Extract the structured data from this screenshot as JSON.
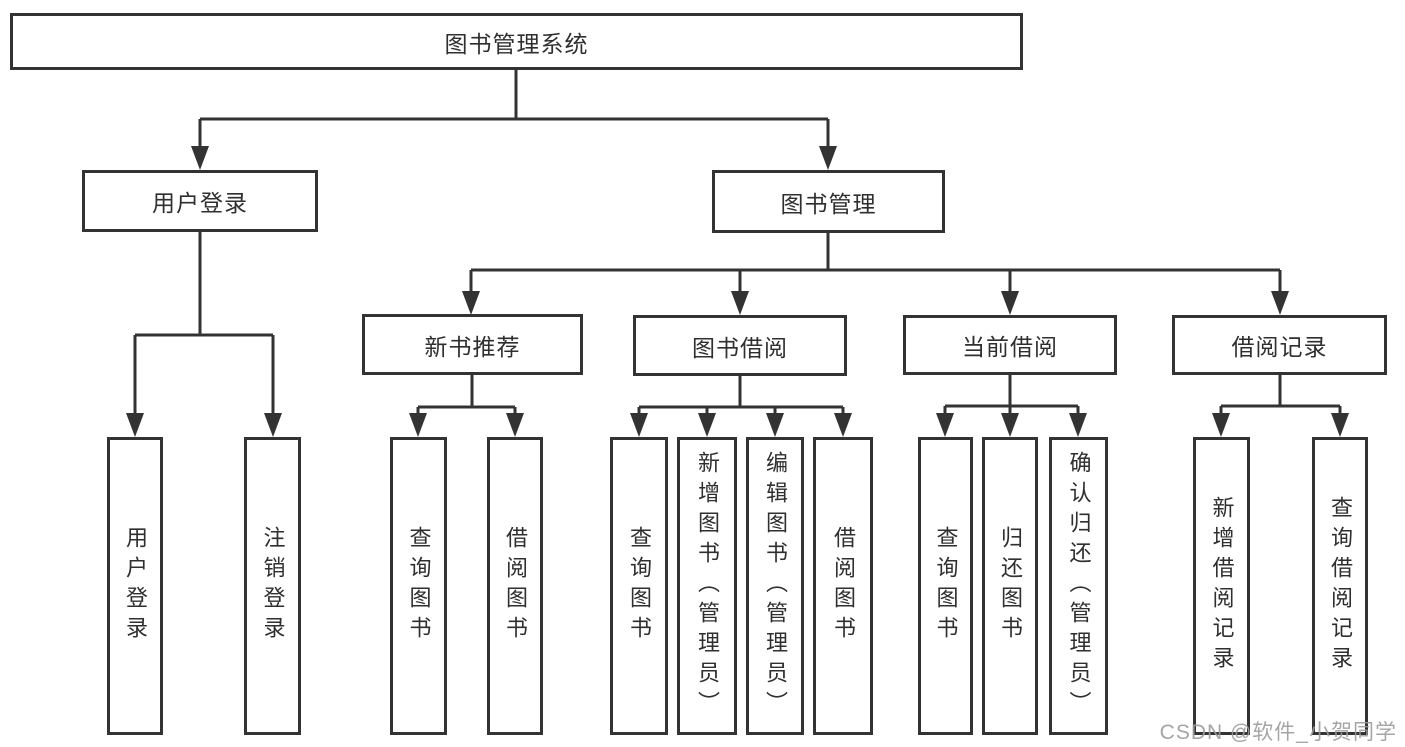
{
  "diagram": {
    "root": {
      "label": "图书管理系统"
    },
    "level2": [
      {
        "label": "用户登录"
      },
      {
        "label": "图书管理"
      }
    ],
    "level3": [
      {
        "label": "新书推荐",
        "parent": "图书管理"
      },
      {
        "label": "图书借阅",
        "parent": "图书管理"
      },
      {
        "label": "当前借阅",
        "parent": "图书管理"
      },
      {
        "label": "借阅记录",
        "parent": "图书管理"
      }
    ],
    "leaves": [
      {
        "label": "用户登录",
        "parent": "用户登录"
      },
      {
        "label": "注销登录",
        "parent": "用户登录"
      },
      {
        "label": "查询图书",
        "parent": "新书推荐"
      },
      {
        "label": "借阅图书",
        "parent": "新书推荐"
      },
      {
        "label": "查询图书",
        "parent": "图书借阅"
      },
      {
        "label": "新增图书（管理员）",
        "parent": "图书借阅"
      },
      {
        "label": "编辑图书（管理员）",
        "parent": "图书借阅"
      },
      {
        "label": "借阅图书",
        "parent": "图书借阅"
      },
      {
        "label": "查询图书",
        "parent": "当前借阅"
      },
      {
        "label": "归还图书",
        "parent": "当前借阅"
      },
      {
        "label": "确认归还（管理员）",
        "parent": "当前借阅"
      },
      {
        "label": "新增借阅记录",
        "parent": "借阅记录"
      },
      {
        "label": "查询借阅记录",
        "parent": "借阅记录"
      }
    ],
    "watermark": "CSDN @软件_小贺同学",
    "colors": {
      "line": "#333333",
      "text": "#2f2f2f",
      "background": "#ffffff",
      "watermark": "#9c9c9c"
    }
  }
}
